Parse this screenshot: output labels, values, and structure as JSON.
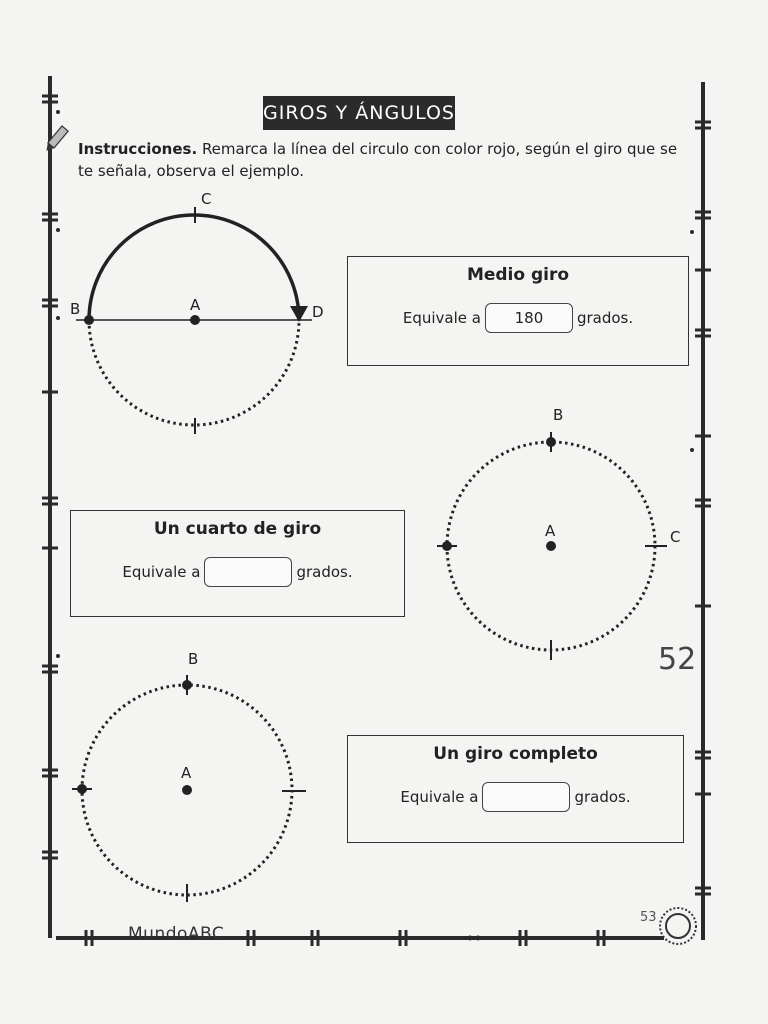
{
  "title": "GIROS Y ÁNGULOS",
  "instructions": {
    "lead": "Instrucciones.",
    "text": "Remarca la línea del circulo con color rojo, según el giro que se te señala, observa el ejemplo."
  },
  "exercises": [
    {
      "title": "Medio giro",
      "prefix": "Equivale a",
      "answer": "180",
      "suffix": "grados."
    },
    {
      "title": "Un cuarto de giro",
      "prefix": "Equivale a",
      "answer": "",
      "suffix": "grados."
    },
    {
      "title": "Un giro completo",
      "prefix": "Equivale a",
      "answer": "",
      "suffix": "grados."
    }
  ],
  "labels": {
    "c1": {
      "a": "A",
      "b": "B",
      "c": "C",
      "d": "D"
    },
    "c2": {
      "a": "A",
      "b": "B",
      "c": "C"
    },
    "c3": {
      "a": "A",
      "b": "B"
    }
  },
  "page_number": "52",
  "page_small": "53",
  "brand": "MundoABC",
  "colors": {
    "ink": "#222222",
    "banner": "#2b2b2b",
    "paper": "#f4f4f2"
  }
}
